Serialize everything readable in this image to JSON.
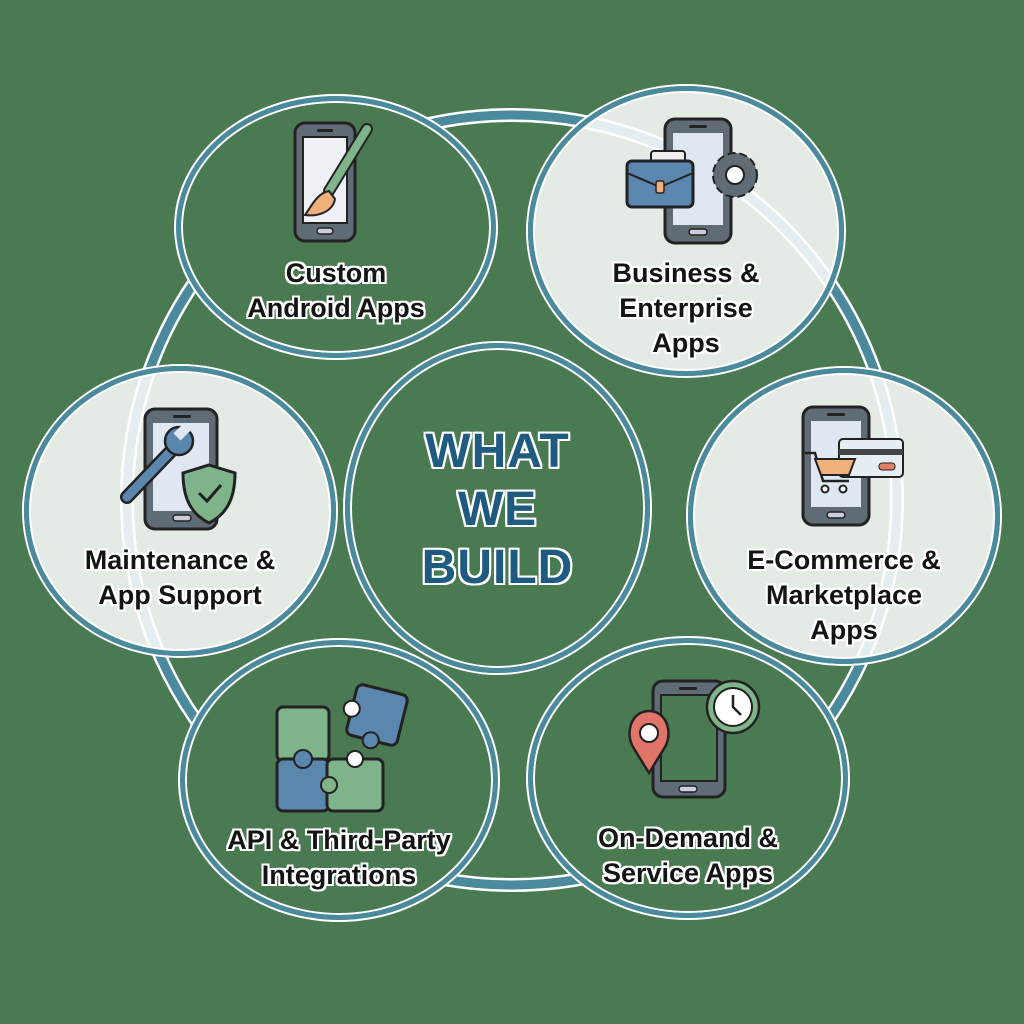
{
  "center": {
    "lines": [
      "WHAT",
      "WE",
      "BUILD"
    ]
  },
  "nodes": [
    {
      "id": "custom-android",
      "lines": [
        "Custom",
        "Android Apps"
      ],
      "icon": "phone-paintbrush-icon"
    },
    {
      "id": "business-enterprise",
      "lines": [
        "Business &",
        "Enterprise",
        "Apps"
      ],
      "icon": "phone-briefcase-gear-icon"
    },
    {
      "id": "ecommerce-marketplace",
      "lines": [
        "E-Commerce &",
        "Marketplace",
        "Apps"
      ],
      "icon": "phone-cart-card-icon"
    },
    {
      "id": "on-demand-service",
      "lines": [
        "On-Demand &",
        "Service Apps"
      ],
      "icon": "phone-pin-clock-icon"
    },
    {
      "id": "api-integrations",
      "lines": [
        "API & Third-Party",
        "Integrations"
      ],
      "icon": "puzzle-pieces-icon"
    },
    {
      "id": "maintenance-support",
      "lines": [
        "Maintenance &",
        "App Support"
      ],
      "icon": "phone-wrench-shield-icon"
    }
  ],
  "colors": {
    "background": "#4a7a52",
    "ring": "#4a8a9c",
    "title": "#1f5a80",
    "phone": "#5f6b75",
    "green": "#7fb38a",
    "blue": "#5b86ad",
    "orange": "#f0b07a",
    "red": "#e07468"
  }
}
